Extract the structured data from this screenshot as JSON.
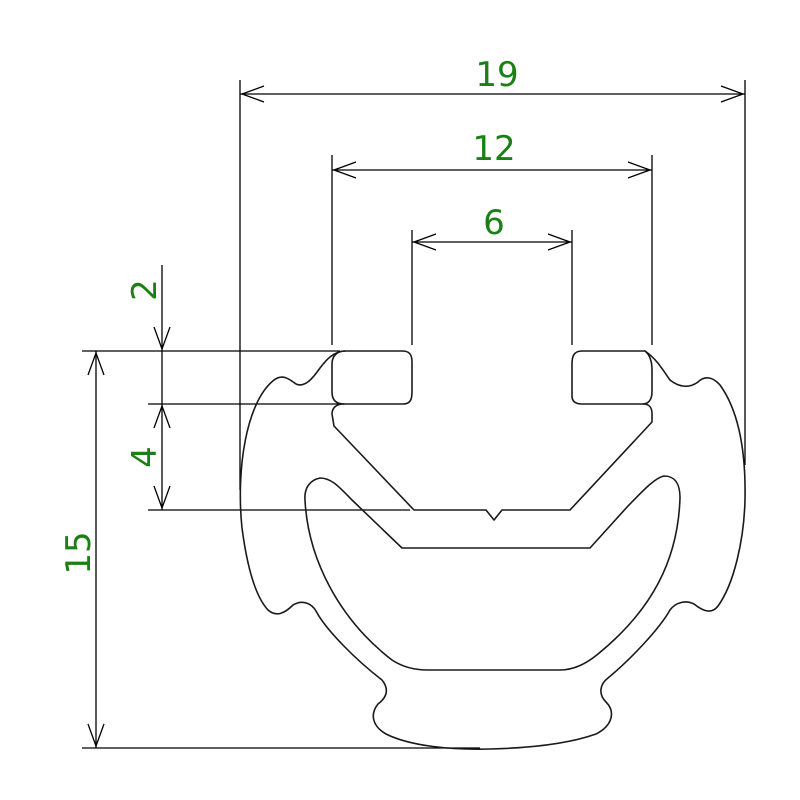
{
  "dimension_color": "#1a7f14",
  "line_color": "#000000",
  "dimensions": {
    "overall_width": "19",
    "outer_slot_width": "12",
    "inner_slot_width": "6",
    "lip_height": "2",
    "slot_depth": "4",
    "overall_height": "15"
  }
}
